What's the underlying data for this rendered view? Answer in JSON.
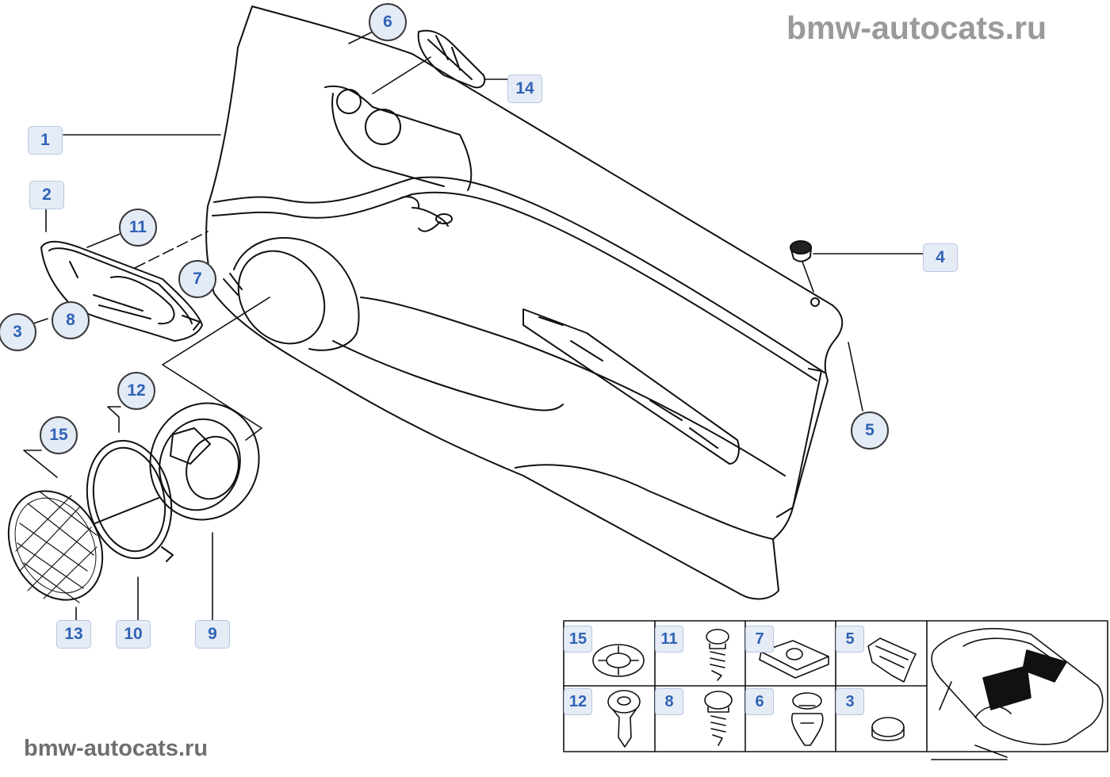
{
  "watermark": {
    "top": "bmw-autocats.ru",
    "bottom": "bmw-autocats.ru"
  },
  "callouts": {
    "c1": "1",
    "c2": "2",
    "c3": "3",
    "c4": "4",
    "c5": "5",
    "c6": "6",
    "c7": "7",
    "c8": "8",
    "c9": "9",
    "c10": "10",
    "c11": "11",
    "c12": "12",
    "c13": "13",
    "c14": "14",
    "c15": "15"
  },
  "fastener_table": {
    "row1": [
      "15",
      "11",
      "7",
      "5"
    ],
    "row2": [
      "12",
      "8",
      "6",
      "3"
    ]
  },
  "colors": {
    "line": "#111111",
    "callout_text": "#2f63b5",
    "callout_fill": "#e6ecf6",
    "watermark_top": "#9a9a9a",
    "watermark_bottom": "#6f6f6f"
  }
}
